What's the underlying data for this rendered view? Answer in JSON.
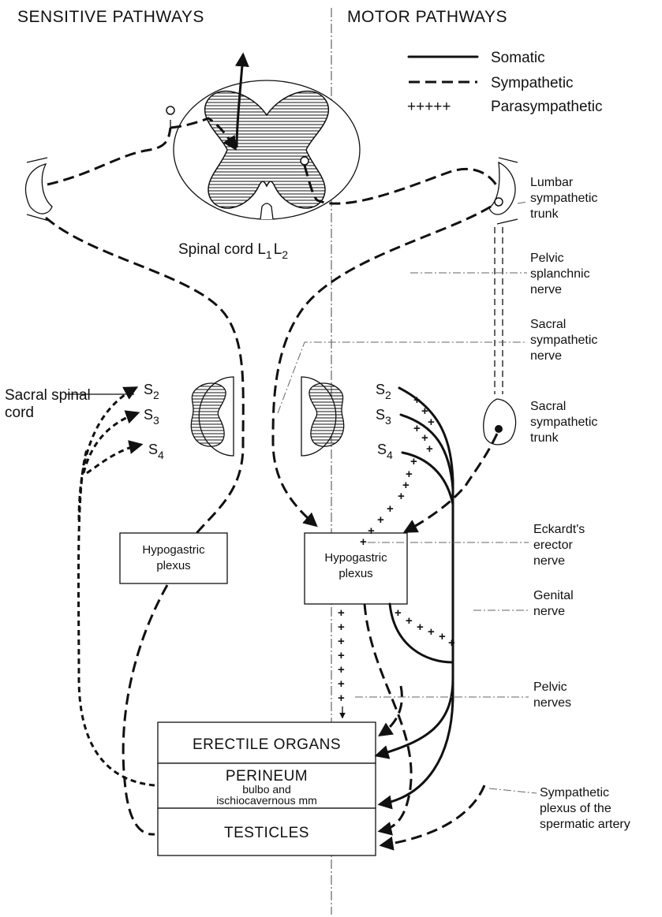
{
  "header": {
    "sensitive": "SENSITIVE PATHWAYS",
    "motor": "MOTOR PATHWAYS"
  },
  "legend": {
    "somatic": "Somatic",
    "sympathetic": "Sympathetic",
    "parasympathetic_marks": "+++++",
    "parasympathetic": "Parasympathetic"
  },
  "spinal_cord": {
    "label": "Spinal cord L",
    "sub1": "1",
    "mid": "L",
    "sub2": "2"
  },
  "sacral_cord": {
    "line1": "Sacral spinal",
    "line2": "cord",
    "segments_left": [
      "S",
      "S",
      "S"
    ],
    "segments_right": [
      "S",
      "S",
      "S"
    ],
    "subs": [
      "2",
      "3",
      "4"
    ]
  },
  "boxes": {
    "left_hypogastric": [
      "Hypogastric",
      "plexus"
    ],
    "right_hypogastric": [
      "Hypogastric",
      "plexus"
    ],
    "erectile": "ERECTILE ORGANS",
    "perineum": "PERINEUM",
    "perineum_sub1": "bulbo and",
    "perineum_sub2": "ischiocavernous mm",
    "testicles": "TESTICLES"
  },
  "annotations": {
    "lumbar_trunk": [
      "Lumbar",
      "sympathetic",
      "trunk"
    ],
    "pelvic_splanchnic": [
      "Pelvic",
      "splanchnic",
      "nerve"
    ],
    "sacral_symp_nerve": [
      "Sacral",
      "sympathetic",
      "nerve"
    ],
    "sacral_symp_trunk": [
      "Sacral",
      "sympathetic",
      "trunk"
    ],
    "eckardt": [
      "Eckardt's",
      "erector",
      "nerve"
    ],
    "genital": [
      "Genital",
      "nerve"
    ],
    "pelvic_nerves": [
      "Pelvic",
      "nerves"
    ],
    "spermatic": [
      "Sympathetic",
      "plexus of the",
      "spermatic artery"
    ]
  },
  "colors": {
    "ink": "#111111",
    "leader": "#666666",
    "background": "#ffffff"
  }
}
